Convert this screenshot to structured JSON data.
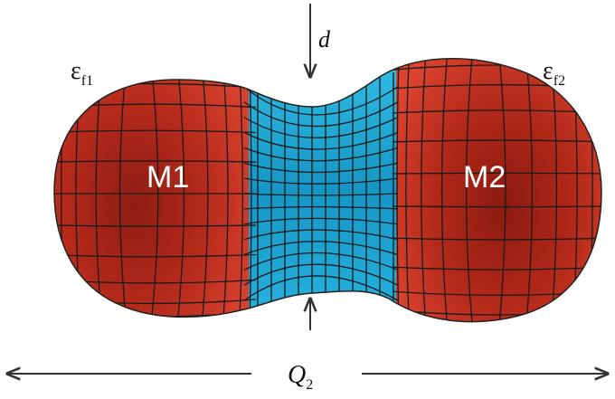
{
  "labels": {
    "eps_f1": {
      "base": "ε",
      "sub": "f1"
    },
    "eps_f2": {
      "base": "ε",
      "sub": "f2"
    },
    "m1": "M1",
    "m2": "M2",
    "d": "d",
    "q2": {
      "base": "Q",
      "sub": "2"
    }
  },
  "colors": {
    "fragment": "#c43322",
    "fragment_dark": "#8e1c12",
    "fragment_light": "#e04a35",
    "neck": "#1fb3df",
    "neck_dark": "#137fa8",
    "grid": "#1a1a1a",
    "outline": "#222222",
    "arrow": "#333333",
    "text_white": "#ffffff",
    "text_dark": "#111111"
  }
}
